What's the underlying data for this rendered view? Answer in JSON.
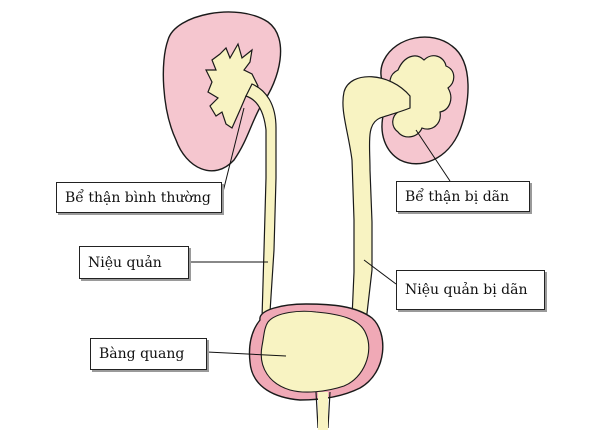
{
  "labels": {
    "normal_pelvis": "Bể thận bình thường",
    "dilated_pelvis": "Bể thận bị dãn",
    "ureter": "Niệu quản",
    "dilated_ureter": "Niệu quản bị dãn",
    "bladder": "Bàng quang"
  },
  "colors": {
    "kidney": "#f5c6cf",
    "fluid": "#f8f3c2",
    "outline": "#1a1a1a",
    "bladder_wall": "#f0a9b6"
  }
}
